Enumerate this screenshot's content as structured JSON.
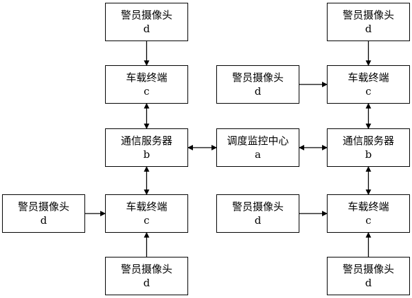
{
  "nodes": {
    "center": {
      "title": "调度监控中心",
      "sub": "a"
    },
    "server_left": {
      "title": "通信服务器",
      "sub": "b"
    },
    "server_right": {
      "title": "通信服务器",
      "sub": "b"
    },
    "terminal_left_top": {
      "title": "车载终端",
      "sub": "c"
    },
    "terminal_left_bottom": {
      "title": "车载终端",
      "sub": "c"
    },
    "terminal_right_top": {
      "title": "车载终端",
      "sub": "c"
    },
    "terminal_right_bottom": {
      "title": "车载终端",
      "sub": "c"
    },
    "camera_lt_top": {
      "title": "警员摄像头",
      "sub": "d"
    },
    "camera_lb_left": {
      "title": "警员摄像头",
      "sub": "d"
    },
    "camera_lb_bottom": {
      "title": "警员摄像头",
      "sub": "d"
    },
    "camera_rt_top": {
      "title": "警员摄像头",
      "sub": "d"
    },
    "camera_rt_left": {
      "title": "警员摄像头",
      "sub": "d"
    },
    "camera_rb_left": {
      "title": "警员摄像头",
      "sub": "d"
    },
    "camera_rb_bottom": {
      "title": "警员摄像头",
      "sub": "d"
    }
  },
  "edges": [
    {
      "from": "camera_lt_top",
      "to": "terminal_left_top",
      "type": "one-way"
    },
    {
      "from": "terminal_left_top",
      "to": "server_left",
      "type": "two-way"
    },
    {
      "from": "server_left",
      "to": "center",
      "type": "two-way"
    },
    {
      "from": "center",
      "to": "server_right",
      "type": "two-way"
    },
    {
      "from": "server_left",
      "to": "terminal_left_bottom",
      "type": "two-way"
    },
    {
      "from": "camera_lb_left",
      "to": "terminal_left_bottom",
      "type": "one-way"
    },
    {
      "from": "camera_lb_bottom",
      "to": "terminal_left_bottom",
      "type": "one-way"
    },
    {
      "from": "camera_rt_top",
      "to": "terminal_right_top",
      "type": "one-way"
    },
    {
      "from": "camera_rt_left",
      "to": "terminal_right_top",
      "type": "one-way"
    },
    {
      "from": "terminal_right_top",
      "to": "server_right",
      "type": "two-way"
    },
    {
      "from": "server_right",
      "to": "terminal_right_bottom",
      "type": "two-way"
    },
    {
      "from": "camera_rb_left",
      "to": "terminal_right_bottom",
      "type": "one-way"
    },
    {
      "from": "camera_rb_bottom",
      "to": "terminal_right_bottom",
      "type": "one-way"
    }
  ]
}
